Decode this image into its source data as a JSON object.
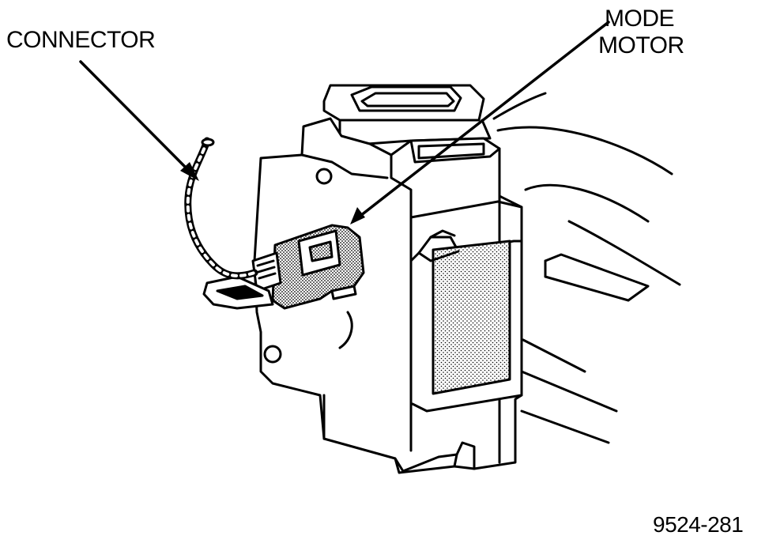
{
  "labels": {
    "connector": "CONNECTOR",
    "mode_motor_line1": "MODE",
    "mode_motor_line2": "MOTOR",
    "figure_number": "9524-281"
  },
  "colors": {
    "ink": "#000000",
    "paper": "#ffffff",
    "stipple": "#9a9a9a"
  }
}
